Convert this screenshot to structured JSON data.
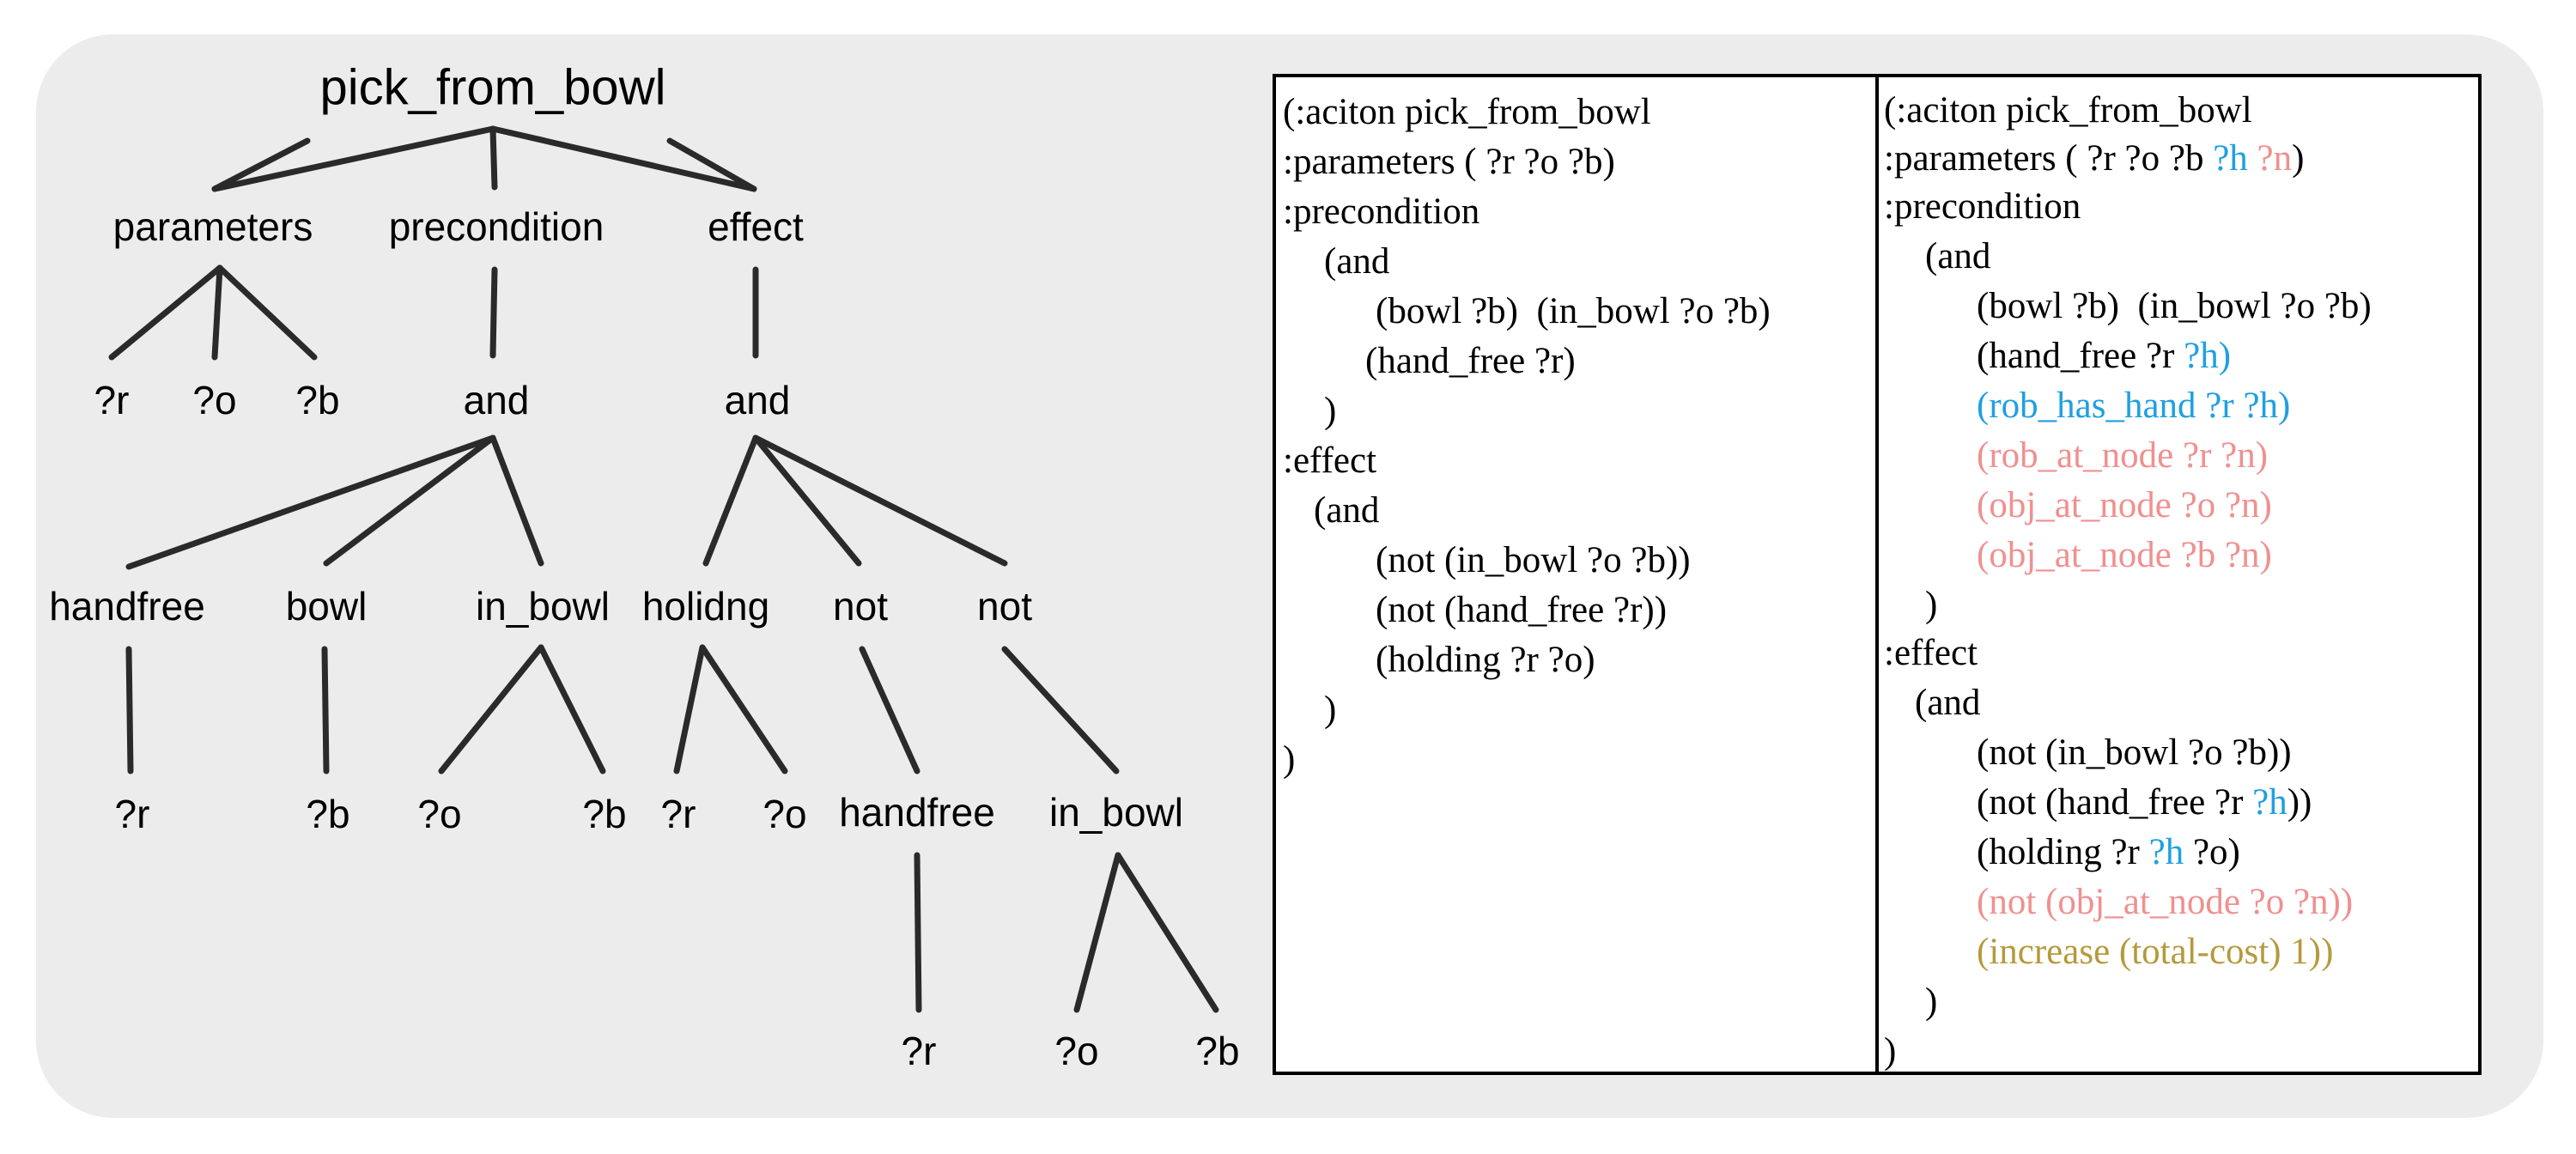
{
  "tree": {
    "root": "pick_from_bowl",
    "level1": [
      "parameters",
      "precondition",
      "effect"
    ],
    "param_children": [
      "?r",
      "?o",
      "?b"
    ],
    "precondition_child": "and",
    "effect_child": "and",
    "precondition_and_children": [
      "handfree",
      "bowl",
      "in_bowl"
    ],
    "effect_and_children": [
      "holidng",
      "not",
      "not"
    ],
    "leaves": {
      "handfree_arg": "?r",
      "bowl_arg": "?b",
      "in_bowl_args": [
        "?o",
        "?b"
      ],
      "holding_args": [
        "?r",
        "?o"
      ],
      "not1_child": "handfree",
      "not2_child": "in_bowl",
      "not1_handfree_arg": "?r",
      "not2_in_bowl_args": [
        "?o",
        "?b"
      ]
    }
  },
  "left_code": [
    "(:aciton pick_from_bowl",
    ":parameters ( ?r ?o ?b)",
    ":precondition",
    "(and",
    "(bowl ?b)  (in_bowl ?o ?b)",
    "(hand_free ?r)",
    ")",
    ":effect",
    "(and",
    "(not (in_bowl ?o ?b))",
    "(not (hand_free ?r))",
    "(holding ?r ?o)",
    ")",
    ")"
  ],
  "right_code": {
    "l1": "(:aciton pick_from_bowl",
    "l2a": ":parameters ( ?r ?o ?b ",
    "l2b": "?h",
    "l2c": " ",
    "l2d": "?n",
    "l2e": ")",
    "l3": ":precondition",
    "l4": "(and",
    "l5": "(bowl ?b)  (in_bowl ?o ?b)",
    "l6a": "(hand_free ?r ",
    "l6b": "?h)",
    "l7": "(rob_has_hand ?r ?h)",
    "l8": "(rob_at_node ?r ?n)",
    "l9": "(obj_at_node ?o ?n)",
    "l10": "(obj_at_node ?b ?n)",
    "l11": ")",
    "l12": ":effect",
    "l13": "(and",
    "l14": "(not (in_bowl ?o ?b))",
    "l15a": "(not (hand_free ?r ",
    "l15b": "?h",
    "l15c": "))",
    "l16a": "(holding ?r ",
    "l16b": "?h",
    "l16c": " ?o)",
    "l17": "(not (obj_at_node ?o ?n))",
    "l18": "(increase (total-cost) 1))",
    "l19": ")",
    "l20": ")"
  },
  "colors": {
    "hand_params": "#1fa0e0",
    "node_params": "#f09090",
    "cost": "#b59a3c"
  }
}
